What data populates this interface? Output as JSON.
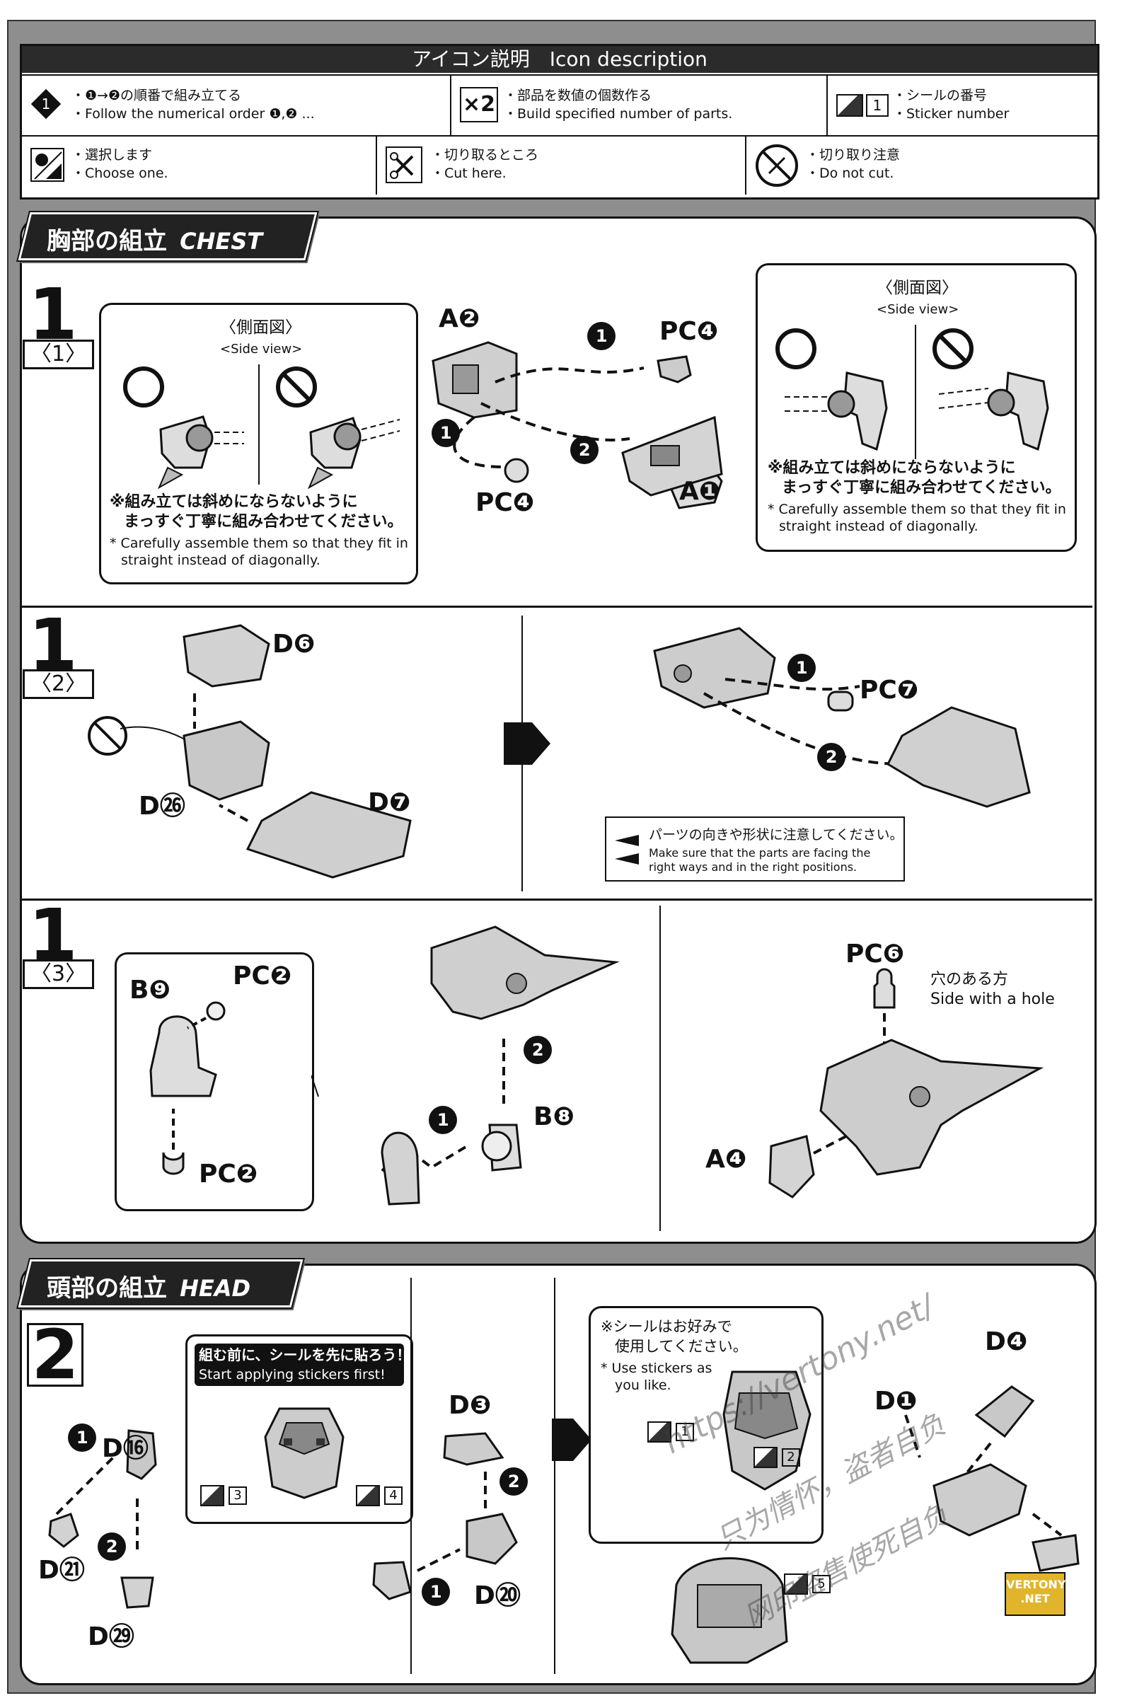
{
  "legend": {
    "title": "アイコン説明　Icon description",
    "order_jp": "・❶→❷の順番で組み立てる",
    "order_en": "・Follow the numerical order ❶,❷ ...",
    "multiply_icon": "×2",
    "multiply_jp": "・部品を数値の個数作る",
    "multiply_en": "・Build specified number of parts.",
    "sticker_num": "1",
    "sticker_jp": "・シールの番号",
    "sticker_en": "・Sticker number",
    "choose_jp": "・選択します",
    "choose_en": "・Choose one.",
    "cut_jp": "・切り取るところ",
    "cut_en": "・Cut here.",
    "nocut_jp": "・切り取り注意",
    "nocut_en": "・Do not cut."
  },
  "chest": {
    "banner_jp": "胸部の組立",
    "banner_en": "CHEST",
    "step_num": "1",
    "sub1": "〈1〉",
    "sub2": "〈2〉",
    "sub3": "〈3〉",
    "sub1_side_jp": "〈側面図〉",
    "sub1_side_en": "<Side view>",
    "assemble_jp1": "※組み立ては斜めにならないように",
    "assemble_jp2": "まっすぐ丁寧に組み合わせてください。",
    "assemble_en1": "* Carefully assemble them so that they fit in",
    "assemble_en2": "straight instead of diagonally.",
    "parts_1": {
      "a2": "A❷",
      "pc4_top": "PC❹",
      "pc4_bottom": "PC❹",
      "a1": "A❶"
    },
    "parts_2": {
      "d6": "D❻",
      "d26": "D㉖",
      "d7": "D❼",
      "pc7": "PC❼"
    },
    "facing_jp": "パーツの向きや形状に注意してください。",
    "facing_en1": "Make sure that the parts are facing the",
    "facing_en2": "right ways and in the right positions.",
    "parts_3": {
      "b9": "B❾",
      "pc2_top": "PC❷",
      "pc2_bottom": "PC❷",
      "b8": "B❽",
      "pc6": "PC❻",
      "a4": "A❹"
    },
    "hole_jp": "穴のある方",
    "hole_en": "Side with a hole"
  },
  "head": {
    "banner_jp": "頭部の組立",
    "banner_en": "HEAD",
    "step_num": "2",
    "sticker_first_jp": "組む前に、シールを先に貼ろう！",
    "sticker_first_en": "Start applying stickers first!",
    "parts": {
      "d16": "D⑯",
      "d21": "D㉑",
      "d29": "D㉙",
      "d3": "D❸",
      "d20": "D⑳",
      "d4": "D❹",
      "d1": "D❶"
    },
    "stickers": [
      "3",
      "4",
      "1",
      "2",
      "5"
    ],
    "optional_jp1": "※シールはお好みで",
    "optional_jp2": "使用してください。",
    "optional_en1": "* Use stickers as",
    "optional_en2": "you like."
  },
  "watermark": {
    "url": "https://vertony.net/",
    "line2": "只为情怀，盗者自负",
    "line3": "网印盗售使死自负",
    "badge_top": "VERTONY",
    "badge_bottom": ".NET"
  },
  "step_numbers": {
    "n1": "1",
    "n2": "2"
  }
}
